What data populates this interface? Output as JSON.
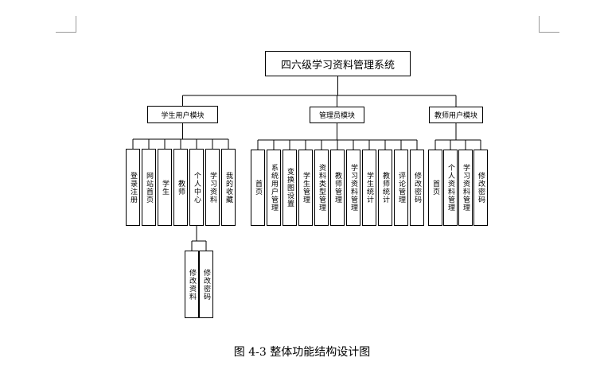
{
  "root": "四六级学习资料管理系统",
  "modules": [
    {
      "label": "学生用户模块",
      "children": [
        "登录注册",
        "网站首页",
        "学生",
        "教师",
        "个人中心",
        "学习资料",
        "我的收藏"
      ]
    },
    {
      "label": "管理员模块",
      "children": [
        "首页",
        "系统用户管理",
        "变换图设置",
        "学生管理",
        "资料类型管理",
        "教师管理",
        "学习资料管理",
        "学生统计",
        "教师统计",
        "评论管理",
        "修改密码"
      ]
    },
    {
      "label": "教师用户模块",
      "children": [
        "首页",
        "个人资料管理",
        "学习资料管理",
        "修改密码"
      ]
    }
  ],
  "sub_children": [
    "修改资料",
    "修改密码"
  ],
  "caption": "图 4-3 整体功能结构设计图"
}
